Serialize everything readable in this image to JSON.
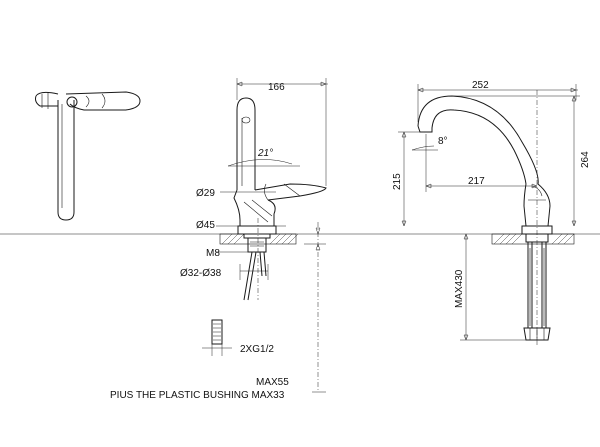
{
  "labels": {
    "width_166": "166",
    "width_252": "252",
    "height_215": "215",
    "depth_217": "217",
    "height_264": "264",
    "angle_21": "21°",
    "angle_8": "8°",
    "dia_29": "Ø29",
    "dia_45": "Ø45",
    "thread_m8": "M8",
    "dia_32_38": "Ø32-Ø38",
    "hose_2xg12": "2XG1/2",
    "max430": "MAX430",
    "max55": "MAX55",
    "bushing": "PIUS THE PLASTIC BUSHING MAX33"
  }
}
